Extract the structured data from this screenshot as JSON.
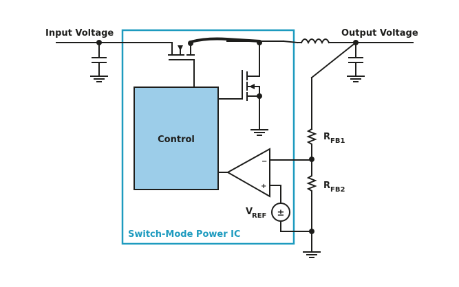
{
  "diagram": {
    "type": "circuit-schematic",
    "labels": {
      "input_voltage": "Input Voltage",
      "output_voltage": "Output Voltage",
      "control": "Control",
      "ic_name": "Switch-Mode Power IC",
      "rfb1_main": "R",
      "rfb1_sub": "FB1",
      "rfb2_main": "R",
      "rfb2_sub": "FB2",
      "vref_main": "V",
      "vref_sub": "REF",
      "opamp_minus": "−",
      "opamp_plus": "+",
      "source_plus": "±"
    },
    "colors": {
      "ic_border": "#1e9bbf",
      "ic_label": "#1e9bbf",
      "control_fill": "#9ccde9",
      "wire": "#1d1d1b"
    },
    "components": [
      {
        "id": "input-capacitor",
        "kind": "capacitor"
      },
      {
        "id": "high-side-mosfet",
        "kind": "mosfet"
      },
      {
        "id": "low-side-mosfet",
        "kind": "mosfet"
      },
      {
        "id": "inductor",
        "kind": "inductor"
      },
      {
        "id": "output-capacitor",
        "kind": "capacitor"
      },
      {
        "id": "rfb1",
        "kind": "resistor"
      },
      {
        "id": "rfb2",
        "kind": "resistor"
      },
      {
        "id": "error-amplifier",
        "kind": "op-amp"
      },
      {
        "id": "vref-source",
        "kind": "voltage-source"
      },
      {
        "id": "control-block",
        "kind": "block"
      }
    ]
  }
}
